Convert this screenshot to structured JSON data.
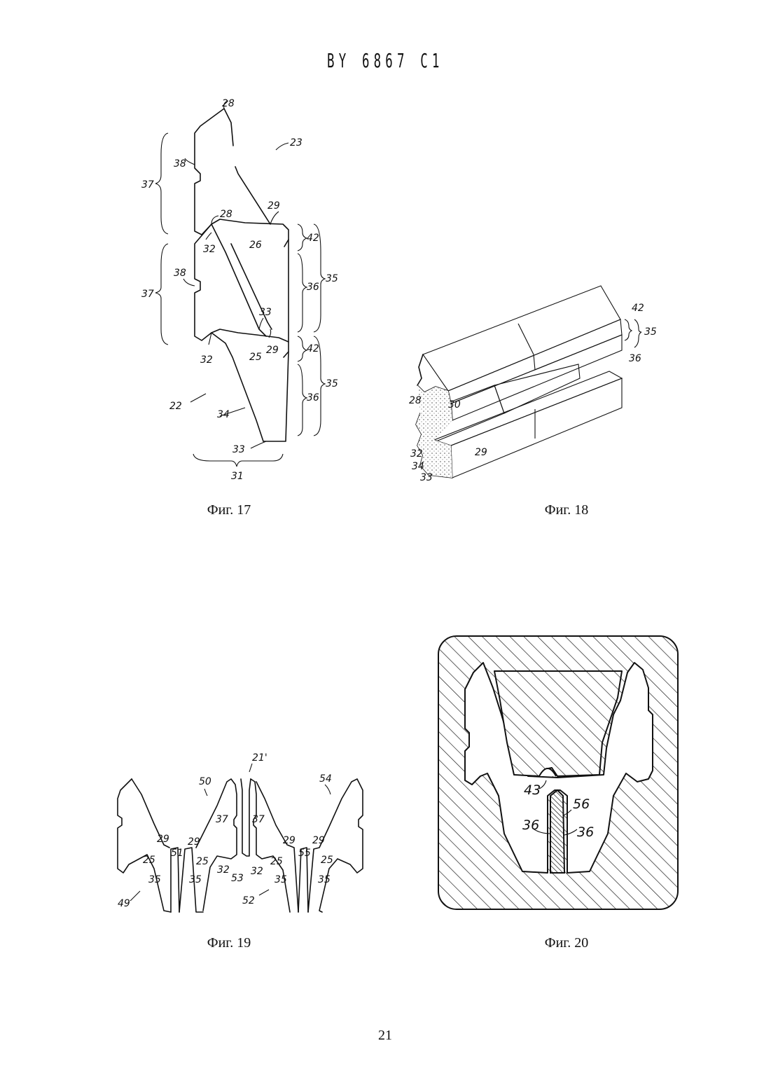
{
  "header": {
    "code": "BY 6867 C1"
  },
  "figures": [
    {
      "caption": "Фиг. 17",
      "labels": [
        "28",
        "23",
        "38",
        "37",
        "29",
        "28",
        "32",
        "26",
        "42",
        "38",
        "35",
        "36",
        "37",
        "33",
        "29",
        "32",
        "25",
        "42",
        "22",
        "35",
        "36",
        "34",
        "33",
        "31"
      ]
    },
    {
      "caption": "Фиг. 18",
      "labels": [
        "42",
        "35",
        "36",
        "28",
        "30",
        "29",
        "32",
        "34",
        "33"
      ]
    },
    {
      "caption": "Фиг. 19",
      "labels": [
        "21'",
        "50",
        "54",
        "29",
        "29",
        "37",
        "37",
        "29",
        "29",
        "51",
        "55",
        "25",
        "25",
        "25",
        "25",
        "32",
        "53",
        "32",
        "35",
        "35",
        "35",
        "35",
        "49",
        "52"
      ]
    },
    {
      "caption": "Фиг. 20",
      "labels": [
        "43",
        "56",
        "36",
        "36"
      ]
    }
  ],
  "page_number": "21"
}
